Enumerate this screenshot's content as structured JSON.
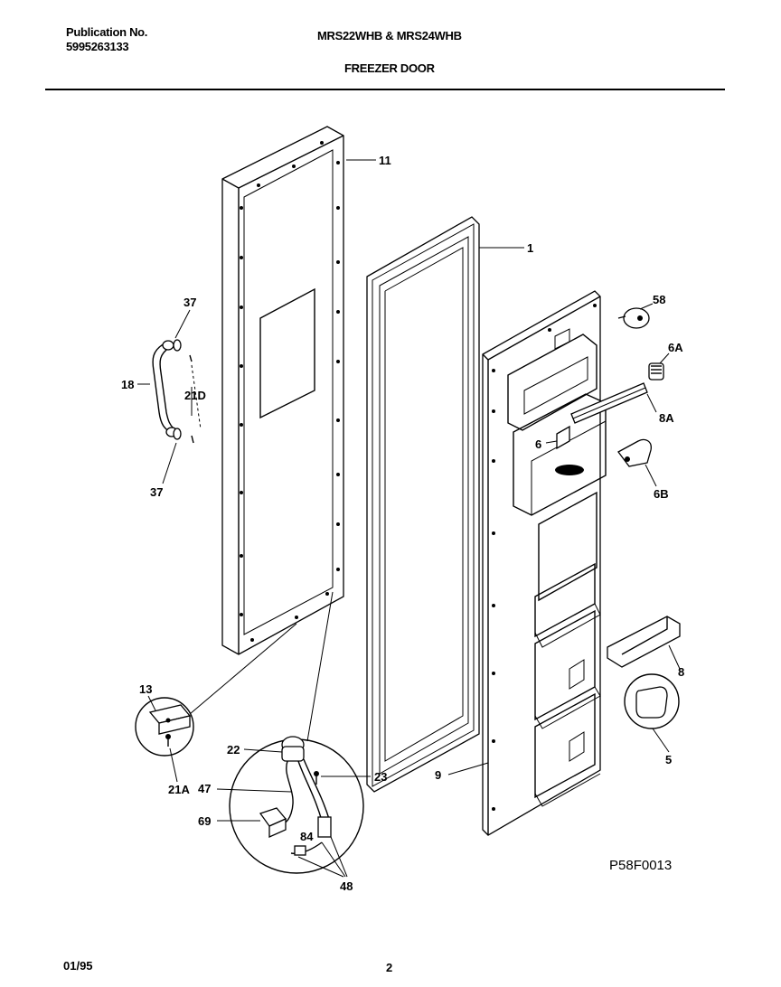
{
  "header": {
    "publication_label": "Publication No.",
    "publication_number": "5995263133",
    "models": "MRS22WHB & MRS24WHB",
    "section_title": "FREEZER DOOR"
  },
  "callouts": {
    "c11": "11",
    "c1": "1",
    "c37a": "37",
    "c37b": "37",
    "c18": "18",
    "c21D": "21D",
    "c58": "58",
    "c6A": "6A",
    "c8A": "8A",
    "c6": "6",
    "c6B": "6B",
    "c13": "13",
    "c21A": "21A",
    "c22": "22",
    "c23": "23",
    "c47": "47",
    "c69": "69",
    "c84": "84",
    "c48": "48",
    "c9": "9",
    "c8": "8",
    "c5": "5"
  },
  "diagram_code": "P58F0013",
  "footer": {
    "date": "01/95",
    "page": "2"
  }
}
